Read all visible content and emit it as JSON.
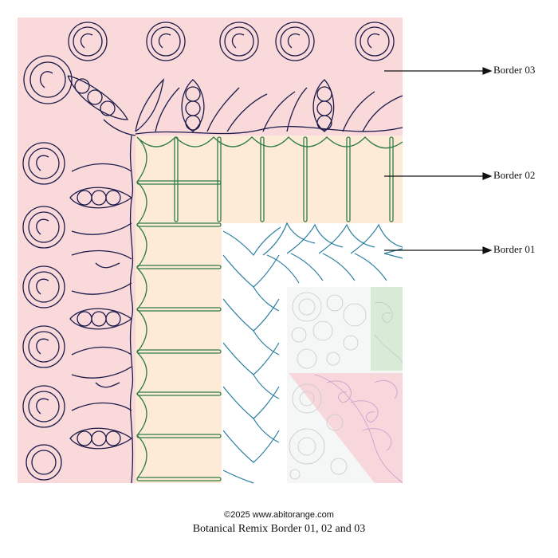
{
  "labels": {
    "border03": "Border 03",
    "border02": "Border 02",
    "border01": "Border 01"
  },
  "footer": {
    "copyright": "©2025 www.abitorange.com",
    "title": "Botanical Remix Border 01, 02 and 03"
  },
  "colors": {
    "border03_fill": "#f9d9d9",
    "border03_stroke": "#1c1b4a",
    "border02_fill": "#fdebd8",
    "border02_stroke": "#2e7d46",
    "border01_fill": "#ffffff",
    "border01_stroke": "#2a7ea0",
    "center_gray": "#f5f6f6",
    "center_green": "#d8ebd6",
    "center_pink": "#f8d7dc"
  }
}
